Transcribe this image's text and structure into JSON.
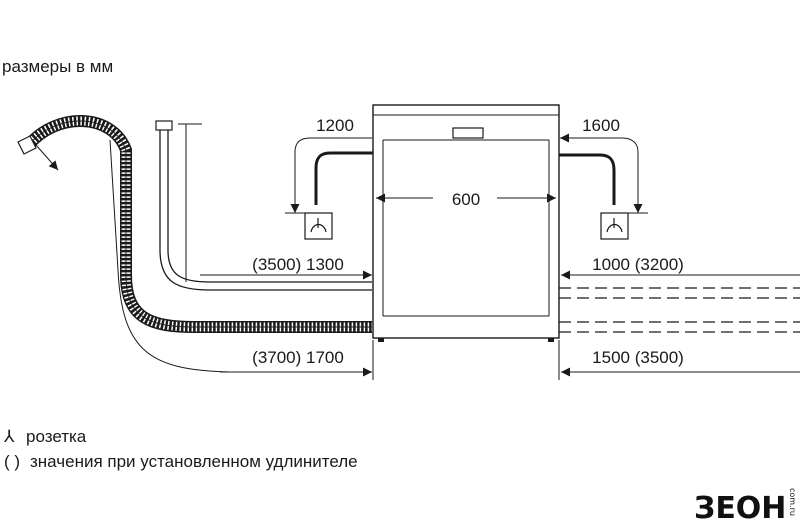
{
  "title": "размеры в мм",
  "labels": {
    "top_left": "1200",
    "top_right": "1600",
    "width": "600",
    "drain_left": "(3500) 1300",
    "water_right": "1000 (3200)",
    "bottom_left": "(3700) 1700",
    "bottom_right": "1500 (3500)"
  },
  "legend": {
    "socket_symbol": "⅄",
    "socket_label": "розетка",
    "paren_symbol": "( )",
    "paren_label": "значения при установленном удлинителе"
  },
  "logo": {
    "brand": "ЗЕОН",
    "suffix": "com.ru"
  },
  "colors": {
    "line": "#1a1a1a",
    "hose_fill": "#ffffff"
  }
}
